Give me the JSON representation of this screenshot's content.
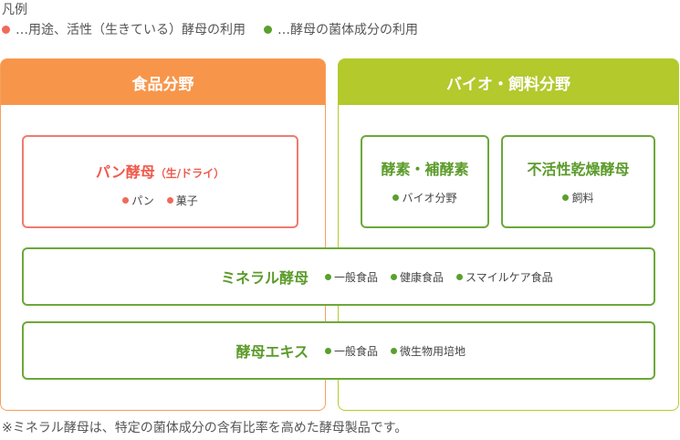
{
  "legend": {
    "title": "凡例",
    "items": [
      {
        "color": "#f06a5a",
        "text": "…用途、活性（生きている）酵母の利用"
      },
      {
        "color": "#5aa02c",
        "text": "…酵母の菌体成分の利用"
      }
    ]
  },
  "sections": {
    "food": {
      "title": "食品分野"
    },
    "bio": {
      "title": "バイオ・飼料分野"
    }
  },
  "boxes": {
    "pan": {
      "title": "パン酵母",
      "subtitle": "（生/ドライ）",
      "tags": [
        "パン",
        "菓子"
      ]
    },
    "enzyme": {
      "title": "酵素・補酵素",
      "tags": [
        "バイオ分野"
      ]
    },
    "inactive": {
      "title": "不活性乾燥酵母",
      "tags": [
        "飼料"
      ]
    },
    "mineral": {
      "title": "ミネラル酵母",
      "tags": [
        "一般食品",
        "健康食品",
        "スマイルケア食品"
      ]
    },
    "extract": {
      "title": "酵母エキス",
      "tags": [
        "一般食品",
        "微生物用培地"
      ]
    }
  },
  "footnote": "※ミネラル酵母は、特定の菌体成分の含有比率を高めた酵母製品です。"
}
